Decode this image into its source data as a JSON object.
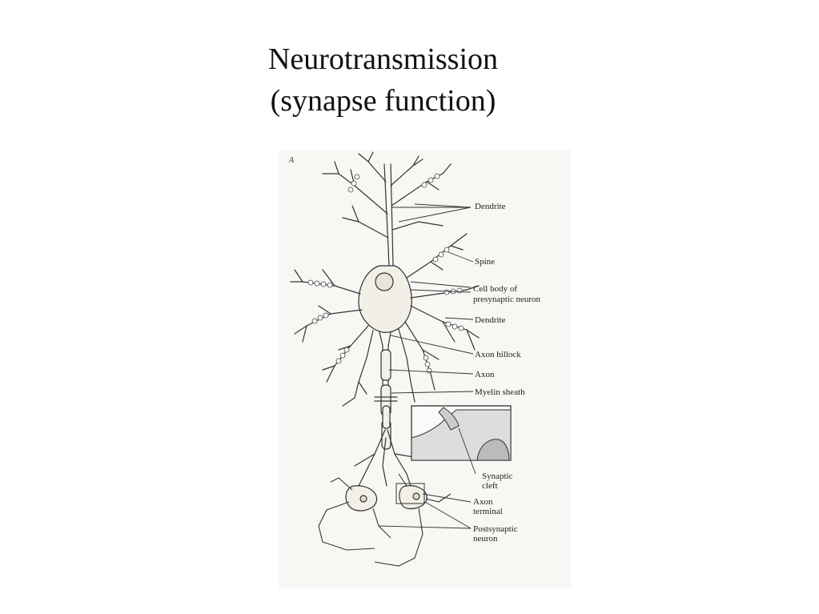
{
  "slide": {
    "title_line1": "Neurotransmission",
    "title_line2": "(synapse function)"
  },
  "figure": {
    "panel_letter": "A",
    "labels": {
      "dendrite_top": "Dendrite",
      "spine": "Spine",
      "cell_body_line1": "Cell body of",
      "cell_body_line2": "presynaptic  neuron",
      "dendrite_mid": "Dendrite",
      "axon_hillock": "Axon hillock",
      "axon": "Axon",
      "myelin_sheath": "Myelin sheath",
      "synaptic_cleft_line1": "Synaptic",
      "synaptic_cleft_line2": "cleft",
      "axon_terminal_line1": "Axon",
      "axon_terminal_line2": "terminal",
      "postsynaptic_line1": "Postsynaptic",
      "postsynaptic_line2": "neuron"
    }
  }
}
